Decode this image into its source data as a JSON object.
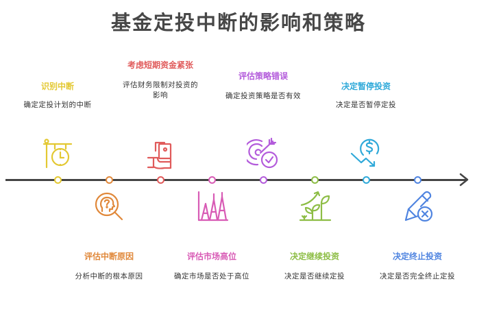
{
  "title": "基金定投中断的影响和策略",
  "colors": {
    "line": "#444444",
    "title": "#474747",
    "yellow": "#e3c832",
    "orange": "#e0883a",
    "red": "#e05a5a",
    "pink": "#d85bb5",
    "purple": "#b35bdb",
    "green": "#8dbd45",
    "cyan": "#2fa9d9",
    "blue": "#4f84e0"
  },
  "steps": [
    {
      "title": "识别中断",
      "desc": "确定定投计划的中断",
      "icon": "signboard-clock-icon",
      "color": "#e3c832",
      "position": "top"
    },
    {
      "title": "评估中断原因",
      "desc": "分析中断的根本原因",
      "icon": "head-question-magnifier-icon",
      "color": "#e0883a",
      "position": "bottom"
    },
    {
      "title": "考虑短期资金紧张",
      "desc": "评估财务限制对投资的影响",
      "icon": "hand-holding-money-icon",
      "color": "#e05a5a",
      "position": "top"
    },
    {
      "title": "评估市场高位",
      "desc": "确定市场是否处于高位",
      "icon": "market-peaks-icon",
      "color": "#d85bb5",
      "position": "bottom"
    },
    {
      "title": "评估策略错误",
      "desc": "确定投资策略是否有效",
      "icon": "target-check-icon",
      "color": "#b35bdb",
      "position": "top"
    },
    {
      "title": "决定继续投资",
      "desc": "决定是否继续定投",
      "icon": "growing-plant-icon",
      "color": "#8dbd45",
      "position": "bottom"
    },
    {
      "title": "决定暂停投资",
      "desc": "决定是否暂停定投",
      "icon": "dollar-decline-icon",
      "color": "#2fa9d9",
      "position": "top"
    },
    {
      "title": "决定终止投资",
      "desc": "决定是否完全终止定投",
      "icon": "pen-cancel-icon",
      "color": "#4f84e0",
      "position": "bottom"
    }
  ]
}
